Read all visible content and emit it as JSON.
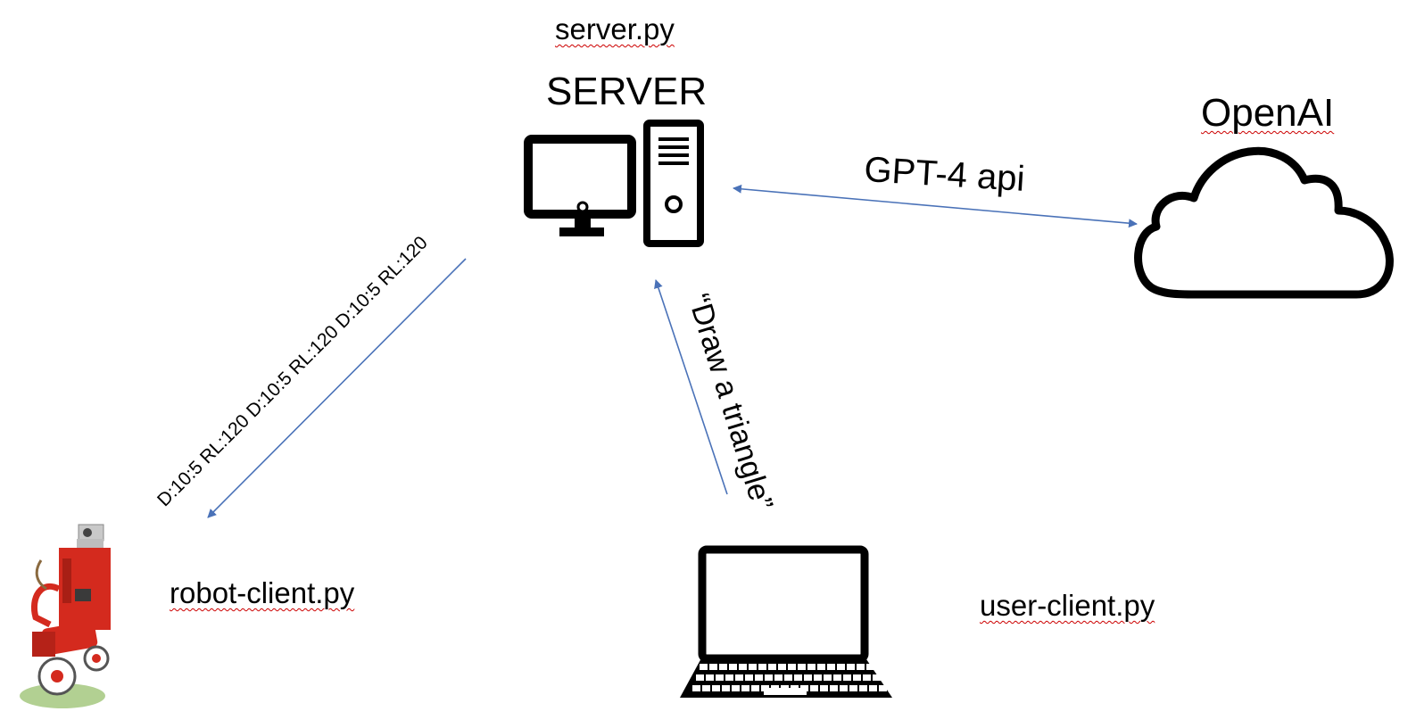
{
  "server": {
    "file_label": "server.py",
    "title": "SERVER"
  },
  "openai": {
    "title": "OpenAI"
  },
  "robot": {
    "file_label": "robot-client.py"
  },
  "user": {
    "file_label": "user-client.py"
  },
  "links": {
    "server_openai": "GPT-4 api",
    "user_server": "“Draw a triangle”",
    "server_robot": "D:10:5 RL:120 D:10:5 RL:120 D:10:5 RL:120"
  },
  "colors": {
    "arrow": "#4a72b8",
    "icon": "#000000",
    "robot": "#d42a1e"
  },
  "icons": {
    "server": "desktop-computer-icon",
    "openai": "cloud-icon",
    "user": "laptop-icon",
    "robot": "robot-photo"
  }
}
